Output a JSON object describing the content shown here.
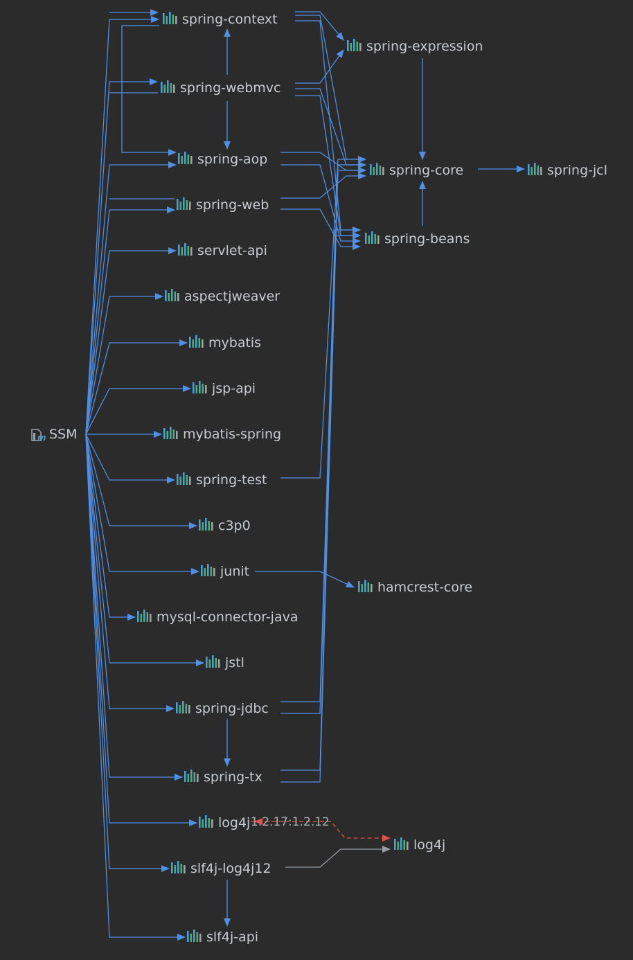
{
  "diagram": {
    "root": {
      "id": "SSM",
      "label": "SSM",
      "icon": "maven-module-icon"
    },
    "nodes": [
      {
        "id": "spring-context",
        "label": "spring-context",
        "icon": "library-icon"
      },
      {
        "id": "spring-expression",
        "label": "spring-expression",
        "icon": "library-icon"
      },
      {
        "id": "spring-webmvc",
        "label": "spring-webmvc",
        "icon": "library-icon"
      },
      {
        "id": "spring-aop",
        "label": "spring-aop",
        "icon": "library-icon"
      },
      {
        "id": "spring-core",
        "label": "spring-core",
        "icon": "library-icon"
      },
      {
        "id": "spring-jcl",
        "label": "spring-jcl",
        "icon": "library-icon"
      },
      {
        "id": "spring-web",
        "label": "spring-web",
        "icon": "library-icon"
      },
      {
        "id": "spring-beans",
        "label": "spring-beans",
        "icon": "library-icon"
      },
      {
        "id": "servlet-api",
        "label": "servlet-api",
        "icon": "library-icon"
      },
      {
        "id": "aspectjweaver",
        "label": "aspectjweaver",
        "icon": "library-icon"
      },
      {
        "id": "mybatis",
        "label": "mybatis",
        "icon": "library-icon"
      },
      {
        "id": "jsp-api",
        "label": "jsp-api",
        "icon": "library-icon"
      },
      {
        "id": "mybatis-spring",
        "label": "mybatis-spring",
        "icon": "library-icon"
      },
      {
        "id": "spring-test",
        "label": "spring-test",
        "icon": "library-icon"
      },
      {
        "id": "c3p0",
        "label": "c3p0",
        "icon": "library-icon"
      },
      {
        "id": "junit",
        "label": "junit",
        "icon": "library-icon"
      },
      {
        "id": "hamcrest-core",
        "label": "hamcrest-core",
        "icon": "library-icon"
      },
      {
        "id": "mysql-connector-java",
        "label": "mysql-connector-java",
        "icon": "library-icon"
      },
      {
        "id": "jstl",
        "label": "jstl",
        "icon": "library-icon"
      },
      {
        "id": "spring-jdbc",
        "label": "spring-jdbc",
        "icon": "library-icon"
      },
      {
        "id": "spring-tx",
        "label": "spring-tx",
        "icon": "library-icon"
      },
      {
        "id": "log4j-direct",
        "label": "log4j",
        "icon": "library-icon"
      },
      {
        "id": "log4j",
        "label": "log4j",
        "icon": "library-icon"
      },
      {
        "id": "slf4j-log4j12",
        "label": "slf4j-log4j12",
        "icon": "library-icon"
      },
      {
        "id": "slf4j-api",
        "label": "slf4j-api",
        "icon": "library-icon"
      }
    ],
    "conflict_label": "1.2.17:1.2.12",
    "colors": {
      "background": "#2b2b2b",
      "edge": "#4f8fe6",
      "conflict_edge": "#e0534a",
      "muted_edge": "#9a9ea3",
      "text": "#c6cbd1",
      "icon_bars": [
        "#4a9fd5",
        "#4caf6a",
        "#4a9fd5",
        "#4caf6a",
        "#9aa3ad"
      ]
    }
  }
}
